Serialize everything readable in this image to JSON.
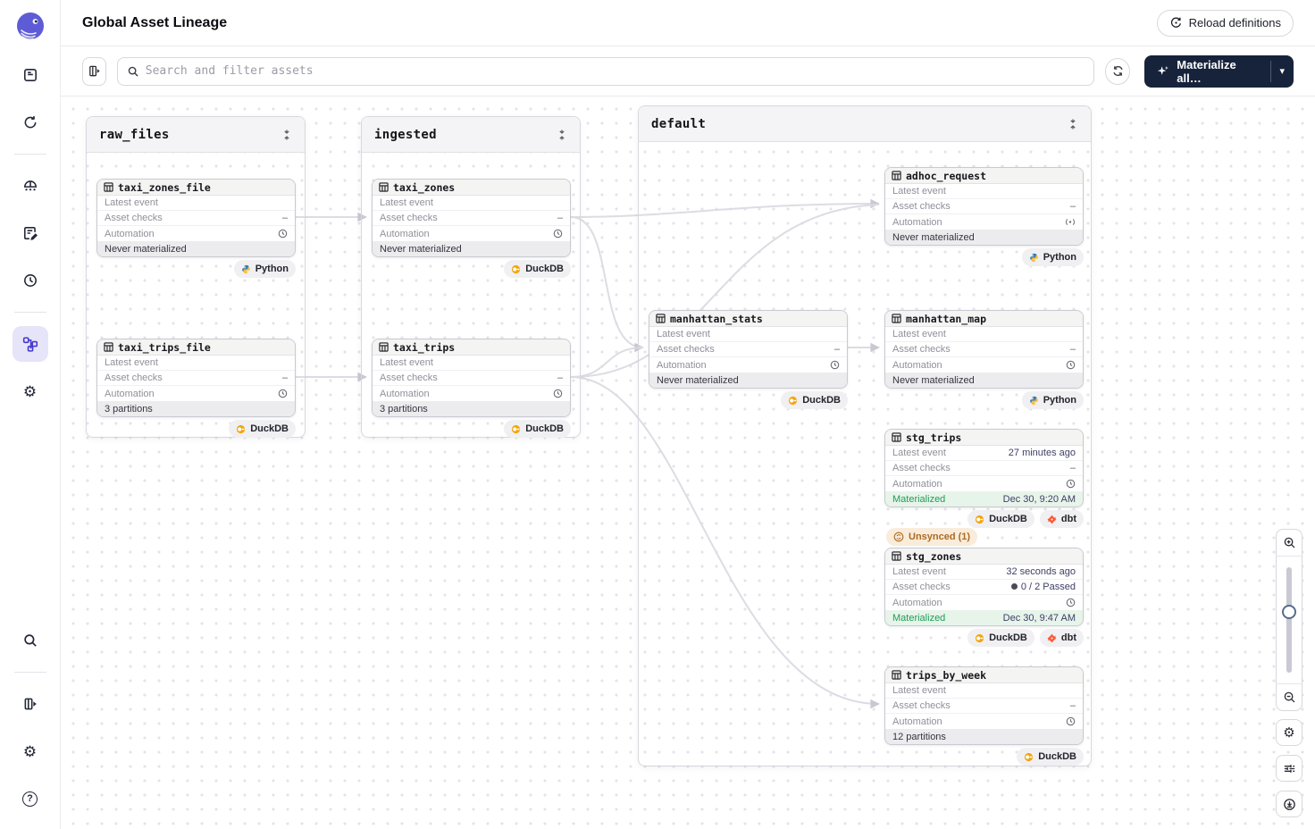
{
  "app": {
    "title": "Global Asset Lineage",
    "reload_label": "Reload definitions"
  },
  "toolbar": {
    "search_placeholder": "Search and filter assets",
    "materialize_label": "Materialize all…"
  },
  "icons": {
    "gear": "⚙",
    "help": "?",
    "caret_down": "▾"
  },
  "card_labels": {
    "latest_event": "Latest event",
    "asset_checks": "Asset checks",
    "automation": "Automation"
  },
  "badge_labels": {
    "python": "Python",
    "duckdb": "DuckDB",
    "dbt": "dbt",
    "unsynced": "Unsynced (1)"
  },
  "groups": [
    {
      "name": "raw_files"
    },
    {
      "name": "ingested"
    },
    {
      "name": "default"
    }
  ],
  "assets": [
    {
      "name": "taxi_zones_file",
      "latest_value": "",
      "checks_value": "–",
      "footer_text": "Never materialized"
    },
    {
      "name": "taxi_trips_file",
      "latest_value": "",
      "checks_value": "–",
      "footer_text": "3 partitions"
    },
    {
      "name": "taxi_zones",
      "latest_value": "",
      "checks_value": "–",
      "footer_text": "Never materialized"
    },
    {
      "name": "taxi_trips",
      "latest_value": "",
      "checks_value": "–",
      "footer_text": "3 partitions"
    },
    {
      "name": "adhoc_request",
      "latest_value": "",
      "checks_value": "–",
      "footer_text": "Never materialized"
    },
    {
      "name": "manhattan_stats",
      "latest_value": "",
      "checks_value": "–",
      "footer_text": "Never materialized"
    },
    {
      "name": "manhattan_map",
      "latest_value": "",
      "checks_value": "–",
      "footer_text": "Never materialized"
    },
    {
      "name": "stg_trips",
      "latest_value": "27 minutes ago",
      "checks_value": "–",
      "footer_label": "Materialized",
      "footer_value": "Dec 30, 9:20 AM"
    },
    {
      "name": "stg_zones",
      "latest_value": "32 seconds ago",
      "checks_value": "0 / 2 Passed",
      "footer_label": "Materialized",
      "footer_value": "Dec 30, 9:47 AM"
    },
    {
      "name": "trips_by_week",
      "latest_value": "",
      "checks_value": "–",
      "footer_text": "12 partitions"
    }
  ],
  "colors": {
    "accent": "#4338CA",
    "materialize_bg": "#16233B",
    "materialized_green": "#1F9D57",
    "unsynced_orange": "#AD6A21",
    "link_navy": "#3E3E66",
    "edge_gray": "#DCDCE3"
  }
}
